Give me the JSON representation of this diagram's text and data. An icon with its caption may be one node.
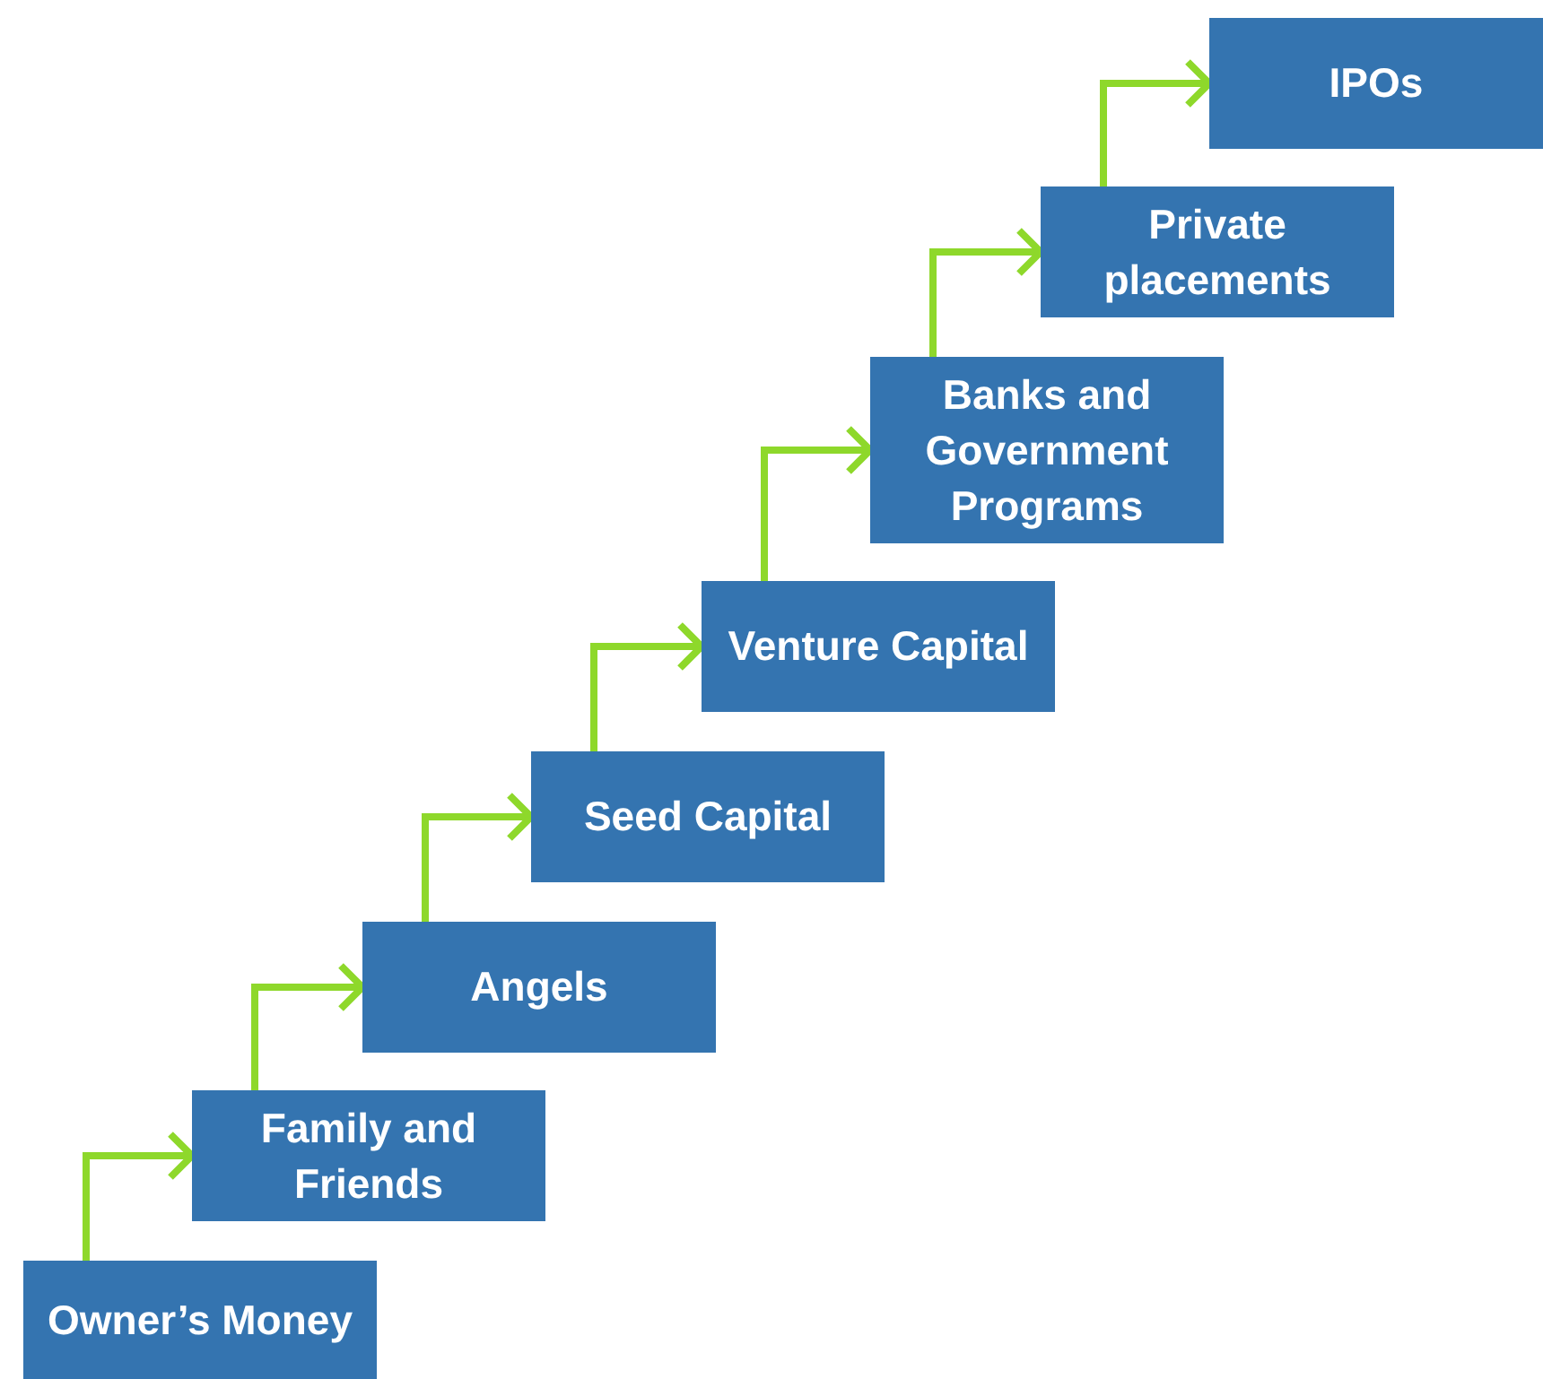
{
  "diagram": {
    "nodes": [
      {
        "text": [
          "Owner’s Money"
        ]
      },
      {
        "text": [
          "Family and Friends"
        ]
      },
      {
        "text": [
          "Angels"
        ]
      },
      {
        "text": [
          "Seed Capital"
        ]
      },
      {
        "text": [
          "Venture Capital"
        ]
      },
      {
        "text": [
          "Banks and Government Programs"
        ]
      },
      {
        "text": [
          "Private placements"
        ]
      },
      {
        "text": [
          "IPOs"
        ]
      }
    ],
    "edges": [
      {
        "from": 0,
        "to": 1,
        "arrow": "to"
      },
      {
        "from": 1,
        "to": 2,
        "arrow": "to"
      },
      {
        "from": 2,
        "to": 3,
        "arrow": "to"
      },
      {
        "from": 3,
        "to": 4,
        "arrow": "to"
      },
      {
        "from": 4,
        "to": 5,
        "arrow": "to"
      },
      {
        "from": 5,
        "to": 6,
        "arrow": "to"
      },
      {
        "from": 6,
        "to": 7,
        "arrow": "to"
      }
    ]
  }
}
